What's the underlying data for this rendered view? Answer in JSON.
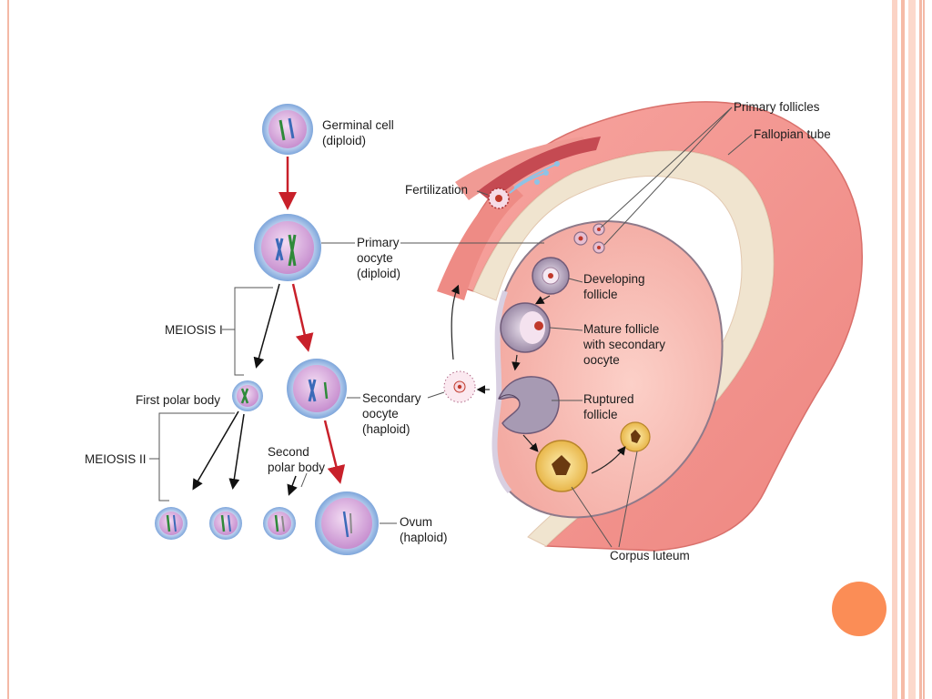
{
  "labels": {
    "germinal_cell": [
      "Germinal cell",
      "(diploid)"
    ],
    "primary_oocyte": [
      "Primary",
      "oocyte",
      "(diploid)"
    ],
    "meiosis_1": "MEIOSIS I",
    "first_polar_body": "First polar body",
    "secondary_oocyte": [
      "Secondary",
      "oocyte",
      "(haploid)"
    ],
    "meiosis_2": "MEIOSIS II",
    "second_polar_body": [
      "Second",
      "polar body"
    ],
    "ovum": [
      "Ovum",
      "(haploid)"
    ],
    "fertilization": "Fertilization",
    "primary_follicles": "Primary follicles",
    "fallopian_tube": "Fallopian tube",
    "developing_follicle": [
      "Developing",
      "follicle"
    ],
    "mature_follicle": [
      "Mature follicle",
      "with secondary",
      "oocyte"
    ],
    "ruptured_follicle": [
      "Ruptured",
      "follicle"
    ],
    "corpus_luteum": "Corpus luteum"
  },
  "colors": {
    "frame_accent": "#f4b9a6",
    "orange_dot": "#fb8d56",
    "red_arrow": "#c8202a",
    "cell_outer": "#8fb6e2",
    "cell_inner": "#d7a6dc",
    "tube": "#f29a96",
    "ovary": "#f6b7b0"
  },
  "decoration": {
    "dot": "orange-dot"
  }
}
